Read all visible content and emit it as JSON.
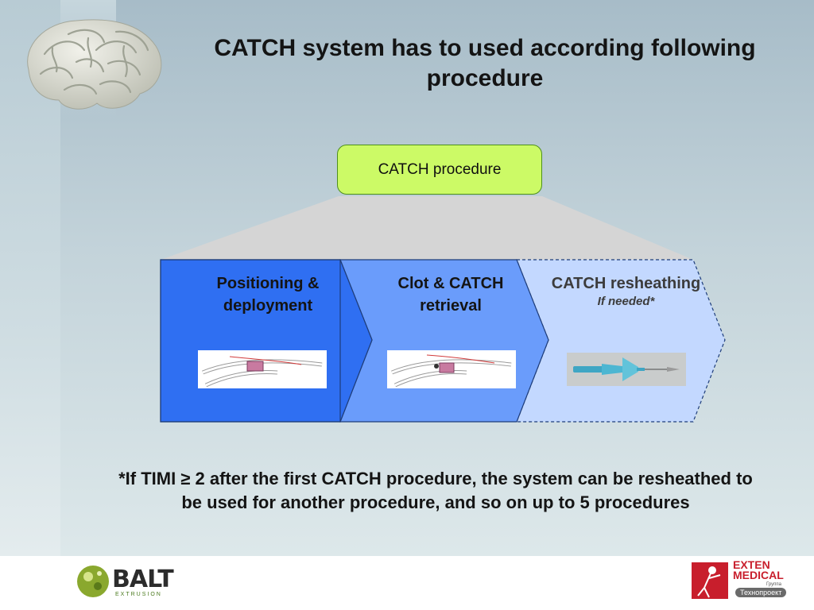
{
  "slide": {
    "title": "CATCH system has to used according following procedure",
    "procedure_box": "CATCH procedure",
    "steps": [
      {
        "label": "Positioning & deployment",
        "note": ""
      },
      {
        "label": "Clot & CATCH retrieval",
        "note": ""
      },
      {
        "label": "CATCH resheathing",
        "note": "If needed*"
      }
    ],
    "footnote": "*If TIMI ≥ 2 after the first CATCH procedure, the system can be resheathed to be used for another procedure, and so on up to 5 procedures"
  },
  "logos": {
    "left": {
      "name": "BALT",
      "subtitle": "EXTRUSION"
    },
    "right": {
      "name_line1": "EXTEN",
      "name_line2": "MEDICAL",
      "group_label": "Группа",
      "group_name": "Технопроект"
    }
  },
  "colors": {
    "step_solid": "#2f6ff2",
    "step_light_active": "#6a9cfb",
    "step_optional": "#c3d8ff",
    "procedure_box": "#ccfa66",
    "trapezoid": "#d5d5d5"
  }
}
